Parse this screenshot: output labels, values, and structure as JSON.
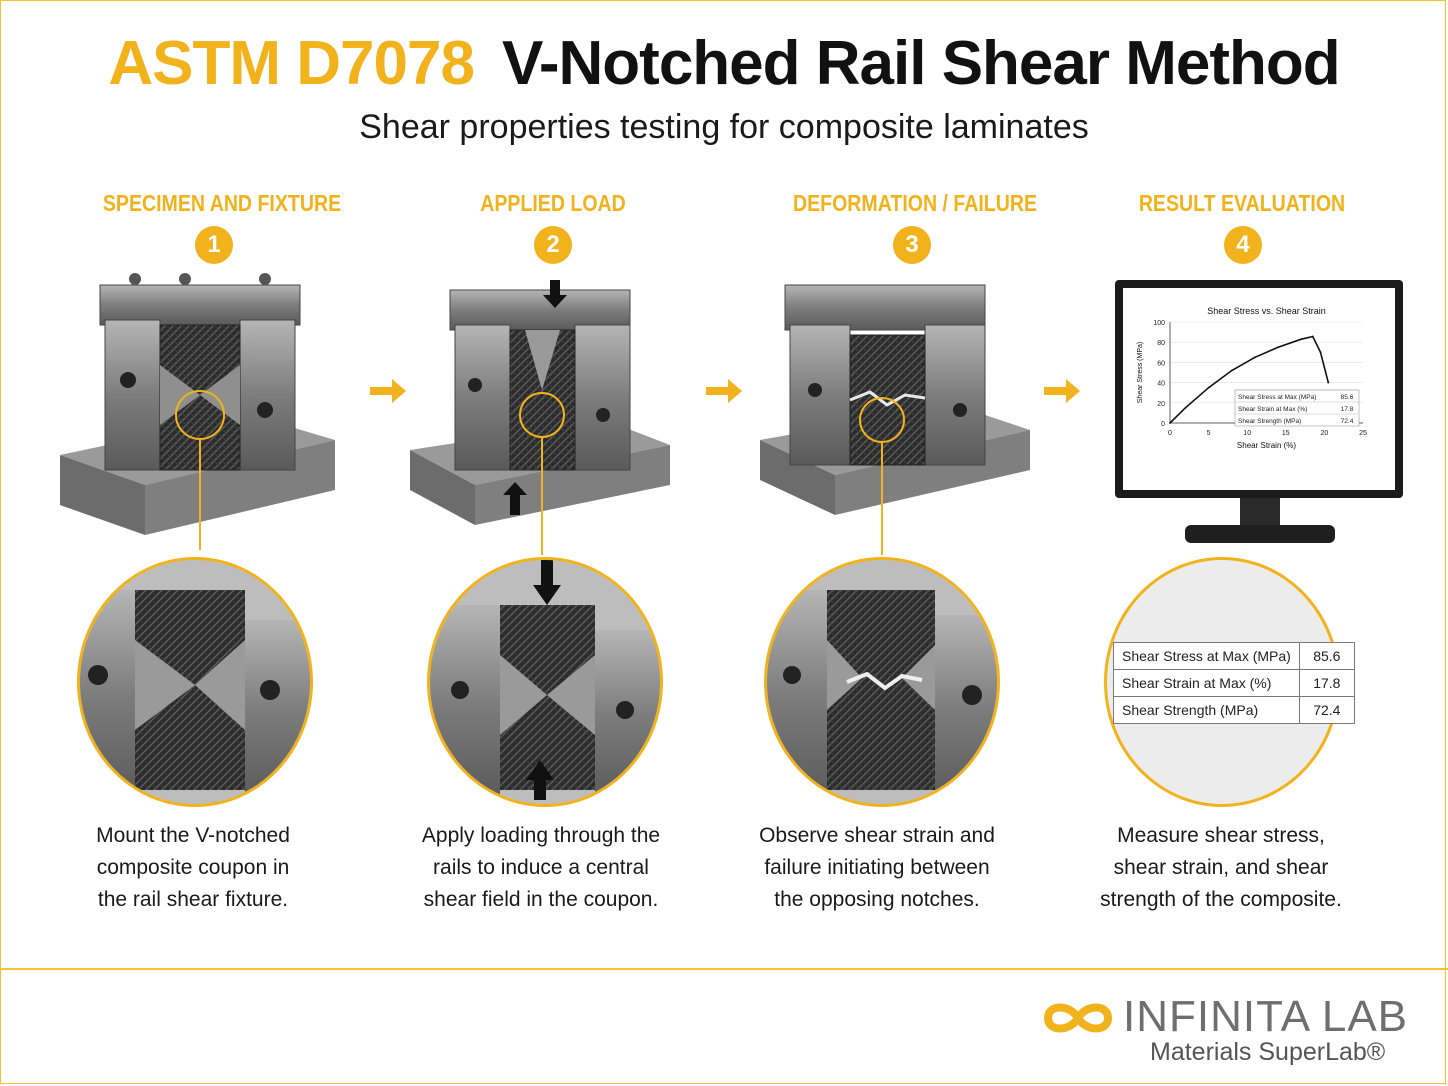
{
  "header": {
    "title_standard": "ASTM D7078",
    "title_method": "V-Notched Rail Shear Method",
    "subtitle": "Shear properties testing for composite laminates"
  },
  "steps": [
    {
      "number": "1",
      "title": "SPECIMEN AND FIXTURE",
      "description": [
        "Mount the V-notched",
        "composite coupon in",
        "the rail shear fixture."
      ]
    },
    {
      "number": "2",
      "title": "APPLIED LOAD",
      "description": [
        "Apply loading through the",
        "rails to induce a central",
        "shear field in the coupon."
      ]
    },
    {
      "number": "3",
      "title": "DEFORMATION / FAILURE",
      "description": [
        "Observe shear strain and",
        "failure initiating between",
        "the opposing notches."
      ]
    },
    {
      "number": "4",
      "title": "RESULT EVALUATION",
      "description": [
        "Measure shear stress,",
        "shear strain, and shear",
        "strength of the composite."
      ]
    }
  ],
  "results": [
    {
      "label": "Shear Stress at Max (MPa)",
      "value": "85.6"
    },
    {
      "label": "Shear Strain at Max (%)",
      "value": "17.8"
    },
    {
      "label": "Shear Strength (MPa)",
      "value": "72.4"
    }
  ],
  "colors": {
    "accent": "#f2b21c",
    "text": "#111111"
  },
  "chart_data": {
    "type": "line",
    "title": "Shear Stress vs. Shear Strain",
    "xlabel": "Shear Strain (%)",
    "ylabel": "Shear Stress (MPa)",
    "xlim": [
      0,
      25
    ],
    "ylim": [
      0,
      100
    ],
    "xticks": [
      0,
      5,
      10,
      15,
      20,
      25
    ],
    "yticks": [
      0,
      20,
      40,
      60,
      80,
      100
    ],
    "series": [
      {
        "x": [
          0,
          2,
          5,
          8,
          11,
          14,
          17,
          18.5,
          19.5,
          20.5
        ],
        "y": [
          0,
          15,
          35,
          52,
          65,
          75,
          83,
          85.6,
          70,
          40
        ]
      }
    ]
  },
  "logo": {
    "brand": "INFINITA LAB",
    "tagline": "Materials SuperLab®"
  }
}
